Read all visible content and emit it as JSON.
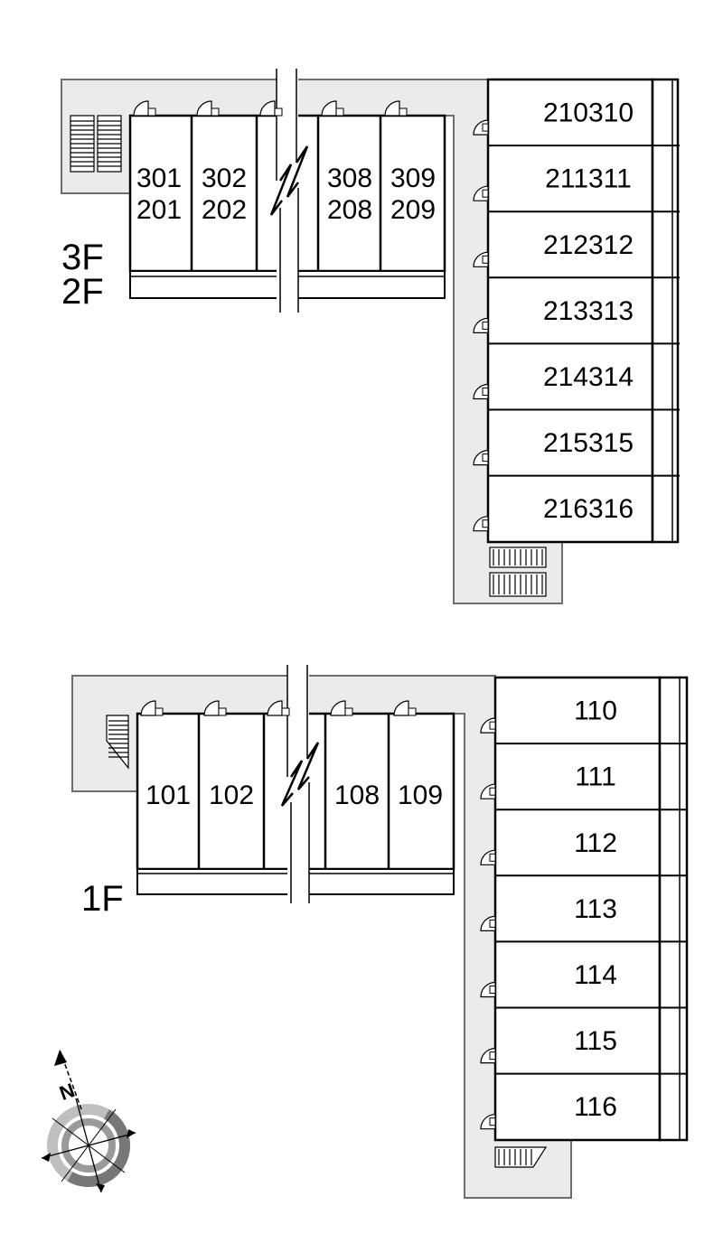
{
  "floors": {
    "upper_label_top": "3F",
    "upper_label_bottom": "2F",
    "lower_label": "1F"
  },
  "upper": {
    "west_units": [
      {
        "top": "301",
        "bottom": "201"
      },
      {
        "top": "302",
        "bottom": "202"
      },
      {
        "top": "308",
        "bottom": "208"
      },
      {
        "top": "309",
        "bottom": "209"
      }
    ],
    "east_units": [
      "210310",
      "211311",
      "212312",
      "213313",
      "214314",
      "215315",
      "216316"
    ]
  },
  "lower": {
    "west_units": [
      "101",
      "102",
      "108",
      "109"
    ],
    "east_units": [
      "110",
      "111",
      "112",
      "113",
      "114",
      "115",
      "116"
    ]
  },
  "compass": {
    "north_label": "N"
  }
}
